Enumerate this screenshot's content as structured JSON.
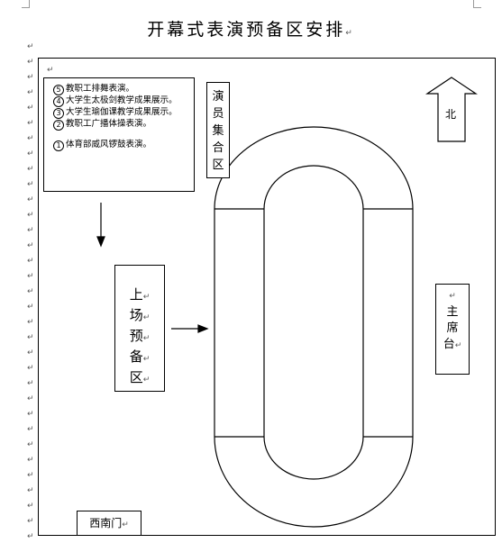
{
  "title": "开幕式表演预备区安排",
  "program_list": [
    {
      "num": "5",
      "text": "教职工排舞表演。"
    },
    {
      "num": "4",
      "text": "大学生太极剑教学成果展示。"
    },
    {
      "num": "3",
      "text": "大学生瑜伽课教学成果展示。"
    },
    {
      "num": "2",
      "text": "教职工广播体操表演。"
    },
    {
      "num": "1",
      "text": "体育部威风锣鼓表演。"
    }
  ],
  "performer_assembly": [
    "演",
    "员",
    "集",
    "合",
    "区"
  ],
  "staging_area": [
    "上",
    "场",
    "预",
    "备",
    "区"
  ],
  "main_stand": [
    "主",
    "席",
    "台"
  ],
  "north": "北",
  "southwest_gate": "西南门",
  "paragraph_mark": "↵"
}
